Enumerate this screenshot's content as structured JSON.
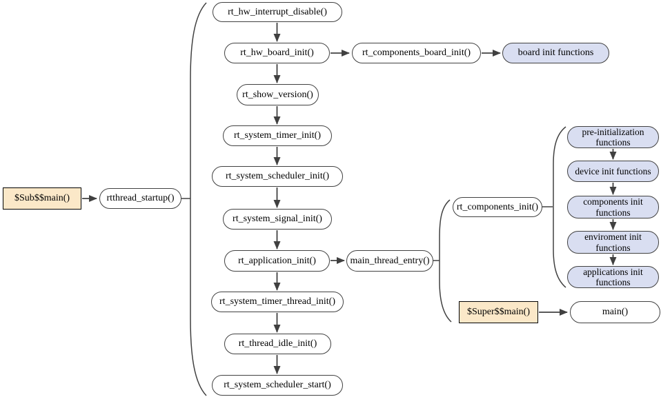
{
  "diagram": {
    "type": "flowchart",
    "subject": "RT-Thread startup sequence",
    "colors": {
      "tan_fill": "#FBE8C8",
      "blue_fill": "#D9DEF1",
      "white_fill": "#FFFFFF",
      "line": "#404040",
      "text": "#000000",
      "background": "#FFFFFF"
    },
    "nodes": {
      "sub_main": {
        "label": "$Sub$$main()",
        "shape": "rect",
        "fill": "tan"
      },
      "rtthread_startup": {
        "label": "rtthread_startup()",
        "shape": "stadium",
        "fill": "white"
      },
      "hw_interrupt_disable": {
        "label": "rt_hw_interrupt_disable()",
        "shape": "stadium",
        "fill": "white"
      },
      "hw_board_init": {
        "label": "rt_hw_board_init()",
        "shape": "stadium",
        "fill": "white"
      },
      "components_board_init": {
        "label": "rt_components_board_init()",
        "shape": "stadium",
        "fill": "white"
      },
      "board_init_functions": {
        "label": "board init functions",
        "shape": "stadium",
        "fill": "blue"
      },
      "show_version": {
        "label": "rt_show_version()",
        "shape": "stadium",
        "fill": "white"
      },
      "system_timer_init": {
        "label": "rt_system_timer_init()",
        "shape": "stadium",
        "fill": "white"
      },
      "system_scheduler_init": {
        "label": "rt_system_scheduler_init()",
        "shape": "stadium",
        "fill": "white"
      },
      "system_signal_init": {
        "label": "rt_system_signal_init()",
        "shape": "stadium",
        "fill": "white"
      },
      "application_init": {
        "label": "rt_application_init()",
        "shape": "stadium",
        "fill": "white"
      },
      "main_thread_entry": {
        "label": "main_thread_entry()",
        "shape": "stadium",
        "fill": "white"
      },
      "components_init": {
        "label": "rt_components_init()",
        "shape": "stadium",
        "fill": "white"
      },
      "pre_initialization_functions": {
        "label": "pre-initialization functions",
        "shape": "stadium",
        "fill": "blue"
      },
      "device_init_functions": {
        "label": "device init functions",
        "shape": "stadium",
        "fill": "blue"
      },
      "components_init_functions": {
        "label": "components init functions",
        "shape": "stadium",
        "fill": "blue"
      },
      "enviroment_init_functions": {
        "label": "enviroment init functions",
        "shape": "stadium",
        "fill": "blue"
      },
      "applications_init_functions": {
        "label": "applications init functions",
        "shape": "stadium",
        "fill": "blue"
      },
      "super_main": {
        "label": "$Super$$main()",
        "shape": "rect",
        "fill": "tan"
      },
      "main_fn": {
        "label": "main()",
        "shape": "stadium",
        "fill": "white"
      },
      "system_timer_thread_init": {
        "label": "rt_system_timer_thread_init()",
        "shape": "stadium",
        "fill": "white"
      },
      "thread_idle_init": {
        "label": "rt_thread_idle_init()",
        "shape": "stadium",
        "fill": "white"
      },
      "system_scheduler_start": {
        "label": "rt_system_scheduler_start()",
        "shape": "stadium",
        "fill": "white"
      }
    },
    "edges": [
      {
        "from": "sub_main",
        "to": "rtthread_startup",
        "style": "arrow"
      },
      {
        "from": "hw_interrupt_disable",
        "to": "hw_board_init",
        "style": "arrow"
      },
      {
        "from": "hw_board_init",
        "to": "components_board_init",
        "style": "arrow"
      },
      {
        "from": "components_board_init",
        "to": "board_init_functions",
        "style": "arrow"
      },
      {
        "from": "hw_board_init",
        "to": "show_version",
        "style": "arrow"
      },
      {
        "from": "show_version",
        "to": "system_timer_init",
        "style": "arrow"
      },
      {
        "from": "system_timer_init",
        "to": "system_scheduler_init",
        "style": "arrow"
      },
      {
        "from": "system_scheduler_init",
        "to": "system_signal_init",
        "style": "arrow"
      },
      {
        "from": "system_signal_init",
        "to": "application_init",
        "style": "arrow"
      },
      {
        "from": "application_init",
        "to": "main_thread_entry",
        "style": "arrow"
      },
      {
        "from": "application_init",
        "to": "system_timer_thread_init",
        "style": "arrow"
      },
      {
        "from": "system_timer_thread_init",
        "to": "thread_idle_init",
        "style": "arrow"
      },
      {
        "from": "thread_idle_init",
        "to": "system_scheduler_start",
        "style": "arrow"
      },
      {
        "from": "pre_initialization_functions",
        "to": "device_init_functions",
        "style": "arrow"
      },
      {
        "from": "device_init_functions",
        "to": "components_init_functions",
        "style": "arrow"
      },
      {
        "from": "components_init_functions",
        "to": "enviroment_init_functions",
        "style": "arrow"
      },
      {
        "from": "enviroment_init_functions",
        "to": "applications_init_functions",
        "style": "arrow"
      },
      {
        "from": "super_main",
        "to": "main_fn",
        "style": "arrow"
      }
    ],
    "braces": [
      {
        "attached_to": "rtthread_startup",
        "groups": [
          "hw_interrupt_disable",
          "hw_board_init",
          "show_version",
          "system_timer_init",
          "system_scheduler_init",
          "system_signal_init",
          "application_init",
          "system_timer_thread_init",
          "thread_idle_init",
          "system_scheduler_start"
        ]
      },
      {
        "attached_to": "main_thread_entry",
        "groups": [
          "components_init",
          "super_main"
        ]
      },
      {
        "attached_to": "components_init",
        "groups": [
          "pre_initialization_functions",
          "device_init_functions",
          "components_init_functions",
          "enviroment_init_functions",
          "applications_init_functions"
        ]
      }
    ]
  }
}
